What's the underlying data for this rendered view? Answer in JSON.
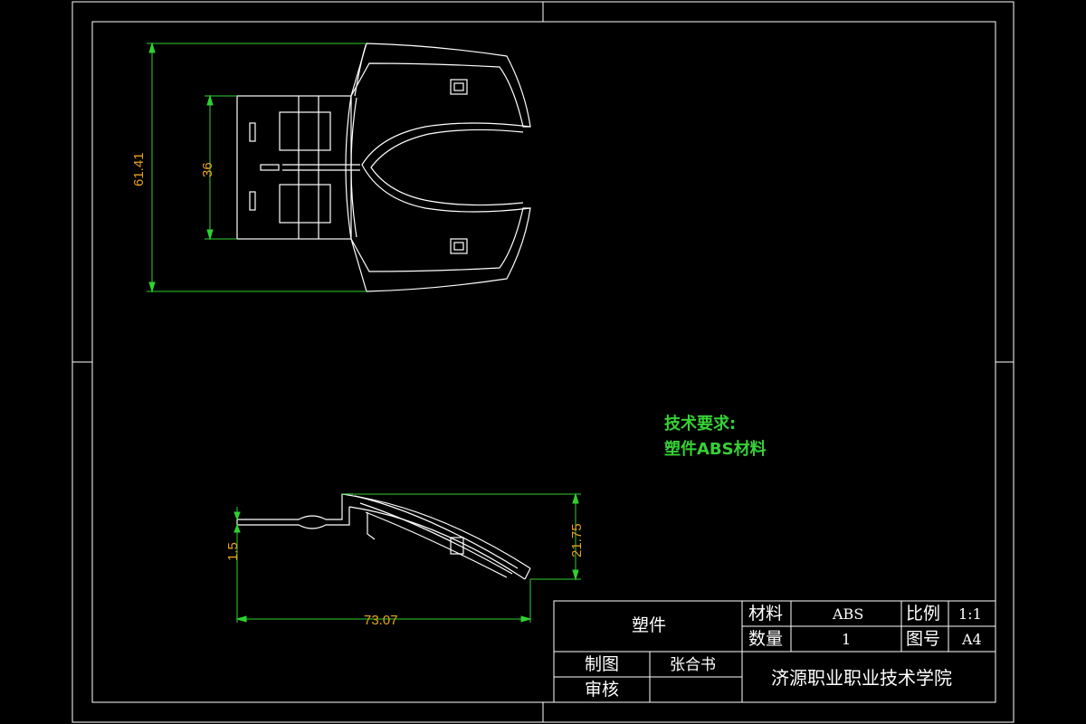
{
  "colors": {
    "background": "#000000",
    "frame": "#ffffff",
    "dimension": "#2fd12f",
    "dimension_text": "#e8a21d",
    "tech_text": "#36d136"
  },
  "dimensions": {
    "overall_height": "61.41",
    "inner_height": "36",
    "thickness": "1.5",
    "side_height": "21.75",
    "length": "73.07"
  },
  "technical_requirements": {
    "heading": "技术要求:",
    "line1": "塑件ABS材料"
  },
  "title_block": {
    "part_name": "塑件",
    "material_label": "材料",
    "material_value": "ABS",
    "scale_label": "比例",
    "scale_value": "1:1",
    "quantity_label": "数量",
    "quantity_value": "1",
    "sheet_label": "图号",
    "sheet_value": "A4",
    "drawn_label": "制图",
    "drawn_value": "张合书",
    "checked_label": "审核",
    "checked_value": "",
    "school": "济源职业职业技术学院"
  }
}
